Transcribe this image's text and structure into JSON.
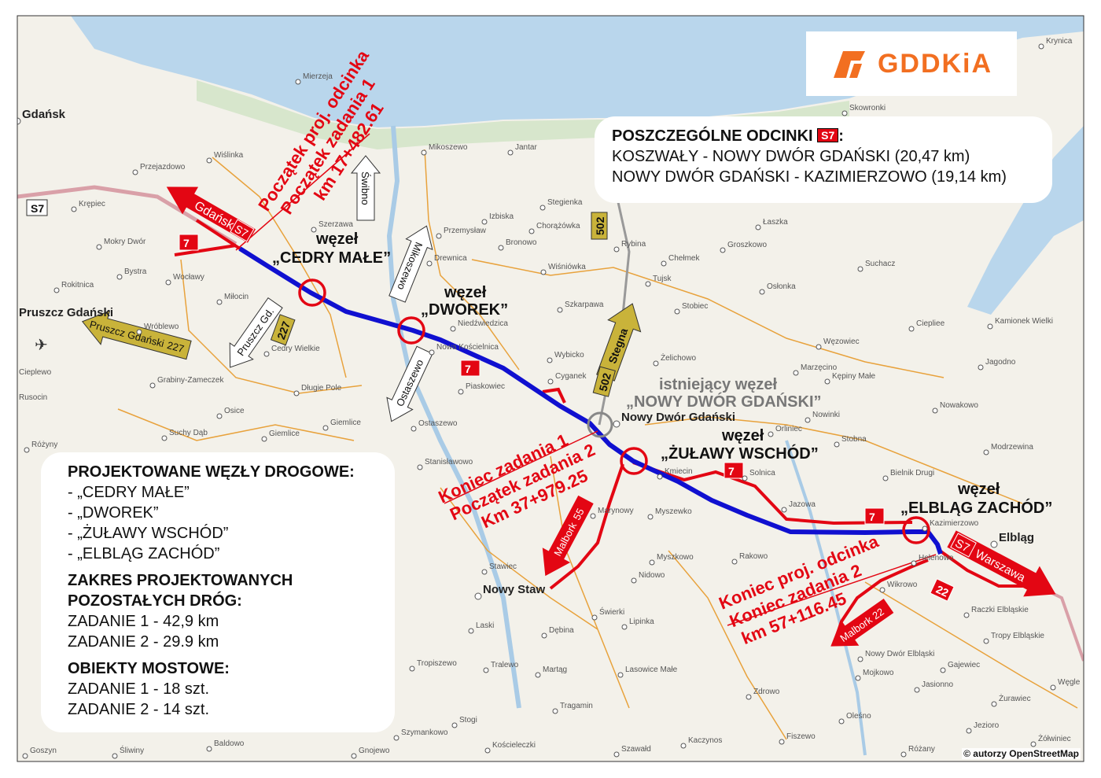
{
  "logo": {
    "text": "GDDKiA",
    "color": "#f26f21"
  },
  "sections_legend": {
    "title": "POSZCZEGÓLNE ODCINKI",
    "badge": "S7",
    "items": [
      "KOSZWAŁY - NOWY DWÓR GDAŃSKI (20,47 km)",
      "NOWY DWÓR GDAŃSKI - KAZIMIERZOWO (19,14 km)"
    ]
  },
  "info_box": {
    "junctions_title": "PROJEKTOWANE WĘZŁY DROGOWE:",
    "junctions": [
      "- „CEDRY MAŁE”",
      "- „DWOREK”",
      "- „ŻUŁAWY WSCHÓD”",
      "- „ELBLĄG ZACHÓD”"
    ],
    "roads_title_1": "ZAKRES PROJEKTOWANYCH",
    "roads_title_2": "POZOSTAŁYCH DRÓG:",
    "roads": [
      "ZADANIE 1 - 42,9 km",
      "ZADANIE 2 - 29.9 km"
    ],
    "bridges_title": "OBIEKTY MOSTOWE:",
    "bridges": [
      "ZADANIE 1 - 18 szt.",
      "ZADANIE 2 - 14 szt."
    ]
  },
  "credit": "© autorzy OpenStreetMap",
  "colors": {
    "route_new": "#1010d0",
    "route_red": "#e30613",
    "sea": "#b9d6ec",
    "land": "#f3f1ea",
    "forest": "#cfe3c4",
    "local_roads": "#e8a23c"
  },
  "annotations": {
    "start": [
      "Początek proj. odcinka",
      "Początek zadania 1",
      "km 17+482.61"
    ],
    "mid": [
      "Koniec zadania 1",
      "Początek zadania 2",
      "Km 37+979.25"
    ],
    "end": [
      "Koniec proj. odcinka",
      "Koniec zadania 2",
      "km 57+116.45"
    ]
  },
  "junctions": [
    {
      "label1": "węzeł",
      "label2": "„CEDRY MAŁE”"
    },
    {
      "label1": "węzeł",
      "label2": "„DWOREK”"
    },
    {
      "label1": "istniejący węzeł",
      "label2": "„NOWY DWÓR GDAŃSKI”"
    },
    {
      "label1": "węzeł",
      "label2": "„ŻUŁAWY WSCHÓD”"
    },
    {
      "label1": "węzeł",
      "label2": "„ELBLĄG ZACHÓD”"
    }
  ],
  "direction_arrows": {
    "gdansk": {
      "text": "Gdańsk",
      "badge": "S7"
    },
    "warszawa": {
      "text": "Warszawa",
      "badge": "S7"
    },
    "malbork55": {
      "text": "Malbork",
      "badge": "55"
    },
    "malbork22": {
      "text": "Malbork",
      "badge": "22"
    },
    "pruszcz227": {
      "text": "Pruszcz Gdański",
      "badge": "227"
    },
    "stegna": {
      "text": "Stegna"
    },
    "swibno": {
      "text": "Świbno"
    },
    "mikoszewo": {
      "text": "Mikoszewo"
    },
    "pruszczgd": {
      "text": "Pruszcz Gd."
    },
    "ostaszewo": {
      "text": "Ostaszewo"
    }
  },
  "road_badges": [
    "7",
    "7",
    "7",
    "7",
    "22",
    "227",
    "502",
    "502",
    "S7"
  ],
  "places": [
    "Gdańsk",
    "Krynica",
    "Skowronki",
    "Jantar",
    "Mikoszewo",
    "Wiślinka",
    "Przejazdowo",
    "Krępiec",
    "Mokry Dwór",
    "Bystra",
    "Rokitnica",
    "Wocławy",
    "Miłocin",
    "Pruszcz Gdański",
    "Wróblewo",
    "Grabiny-Zameczek",
    "Cieplewo",
    "Rusocin",
    "Różyny",
    "Cedry Wielkie",
    "Długie Pole",
    "Osice",
    "Suchy Dąb",
    "Giemlice",
    "Szerzawa",
    "Izbiska",
    "Przemysław",
    "Drewnica",
    "Bronowo",
    "Stegienka",
    "Chorążówka",
    "Wiśniówka",
    "Niedźwiedzica",
    "Nowa Kościelnica",
    "Piaskowiec",
    "Szkarpawa",
    "Wybicko",
    "Cyganek",
    "Ostaszewo",
    "Rybina",
    "Chełmek",
    "Tujsk",
    "Stobiec",
    "Groszkowo",
    "Łaszka",
    "Osłonka",
    "Suchacz",
    "Ciepliee",
    "Kamionek Wielki",
    "Żelichowo",
    "Węzowiec",
    "Marzęcino",
    "Kępiny Małe",
    "Jagodno",
    "Nowinki",
    "Nowy Dwór Gdański",
    "Nowakowo",
    "Orliniec",
    "Stobna",
    "Kmiecin",
    "Solnica",
    "Jazowa",
    "Kazimierzowo",
    "Bielnik Drugi",
    "Modrzewina",
    "Elbląg",
    "Helenowo",
    "Wikrowo",
    "Rakowo",
    "Myszkowo",
    "Marynowy",
    "Myszewko",
    "Stawiec",
    "Nowy Staw",
    "Nidowo",
    "Świerki",
    "Lipinka",
    "Laski",
    "Dębina",
    "Mojkowo",
    "Raczki Elbląskie",
    "Tropy Elbląskie",
    "Nowy Dwór Elbląski",
    "Gajewiec",
    "Jasionno",
    "Węgle",
    "Żurawiec",
    "Oleśno",
    "Jezioro",
    "Fiszewo",
    "Zdrowo",
    "Lasowice Małe",
    "Tralewo",
    "Martąg",
    "Tropiszewo",
    "Tragamin",
    "Szymankowo",
    "Stogi",
    "Kościeleczki",
    "Kaczynos",
    "Szawałd",
    "Różany",
    "Żółwiniec",
    "Gnojewo",
    "Baldowo",
    "Śliwiny",
    "Goszyn",
    "Giemlice",
    "Stanisławowo",
    "Mierzeja"
  ]
}
